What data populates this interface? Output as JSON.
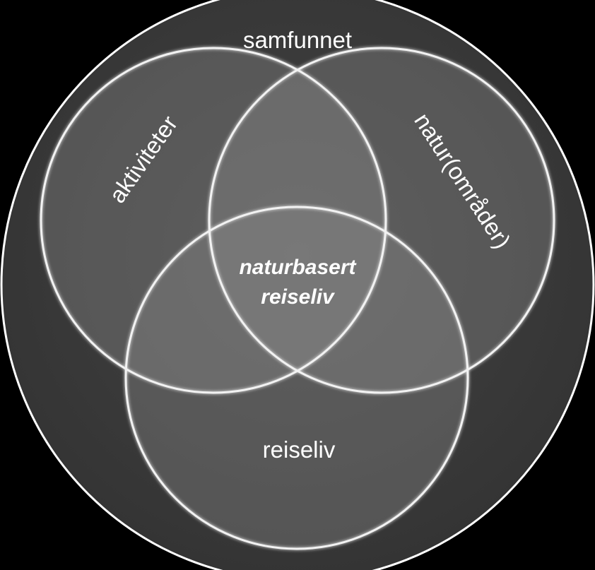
{
  "diagram": {
    "outer_label": "samfunnet",
    "circles": {
      "left": "aktiviteter",
      "right": "natur(områder)",
      "bottom": "reiseliv"
    },
    "center": {
      "line1": "naturbasert",
      "line2": "reiseliv"
    }
  },
  "colors": {
    "background": "#000000",
    "outer_fill": "#3a3a3a",
    "circle_fill": "#8a8a8a",
    "stroke": "#ffffff",
    "text": "#ffffff"
  }
}
